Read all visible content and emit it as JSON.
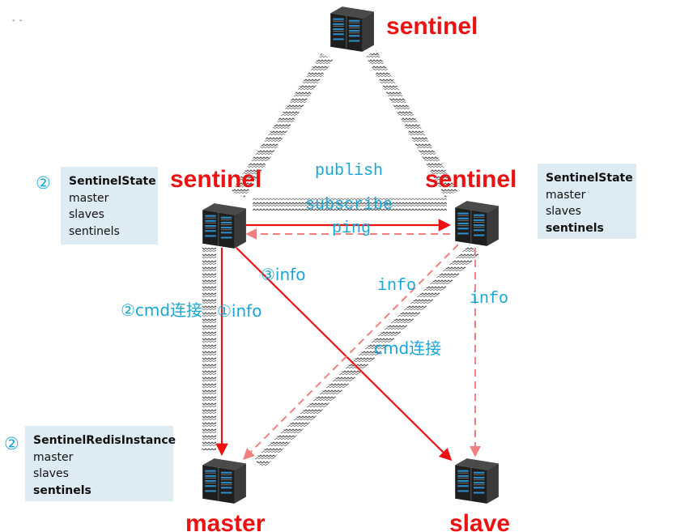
{
  "nodes": {
    "sentinel_top": {
      "label": "sentinel"
    },
    "sentinel_left": {
      "label": "sentinel"
    },
    "sentinel_right": {
      "label": "sentinel"
    },
    "master": {
      "label": "master"
    },
    "slave": {
      "label": "slave"
    }
  },
  "edge_labels": {
    "publish": "publish",
    "subscribe": "subscribe",
    "ping": "ping",
    "info_3": "③info",
    "cmd_conn_left": "②cmd连接",
    "info_1": "①info",
    "info_mid": "info",
    "cmd_conn_right": "cmd连接",
    "info_right": "info"
  },
  "boxes": {
    "left_state": {
      "marker": "②",
      "title": "SentinelState",
      "rows": [
        "master",
        "slaves",
        "sentinels"
      ]
    },
    "right_state": {
      "title": "SentinelState",
      "rows": [
        "master",
        "slaves",
        "sentinels"
      ]
    },
    "redis_instance": {
      "marker": "②",
      "title": "SentinelRedisInstance",
      "rows": [
        "master",
        "slaves",
        "sentinels"
      ]
    }
  },
  "colors": {
    "accent_red": "#ee1111",
    "accent_red_light": "#f08080",
    "accent_blue": "#16a6d9",
    "box_background": "#dcebf4"
  }
}
